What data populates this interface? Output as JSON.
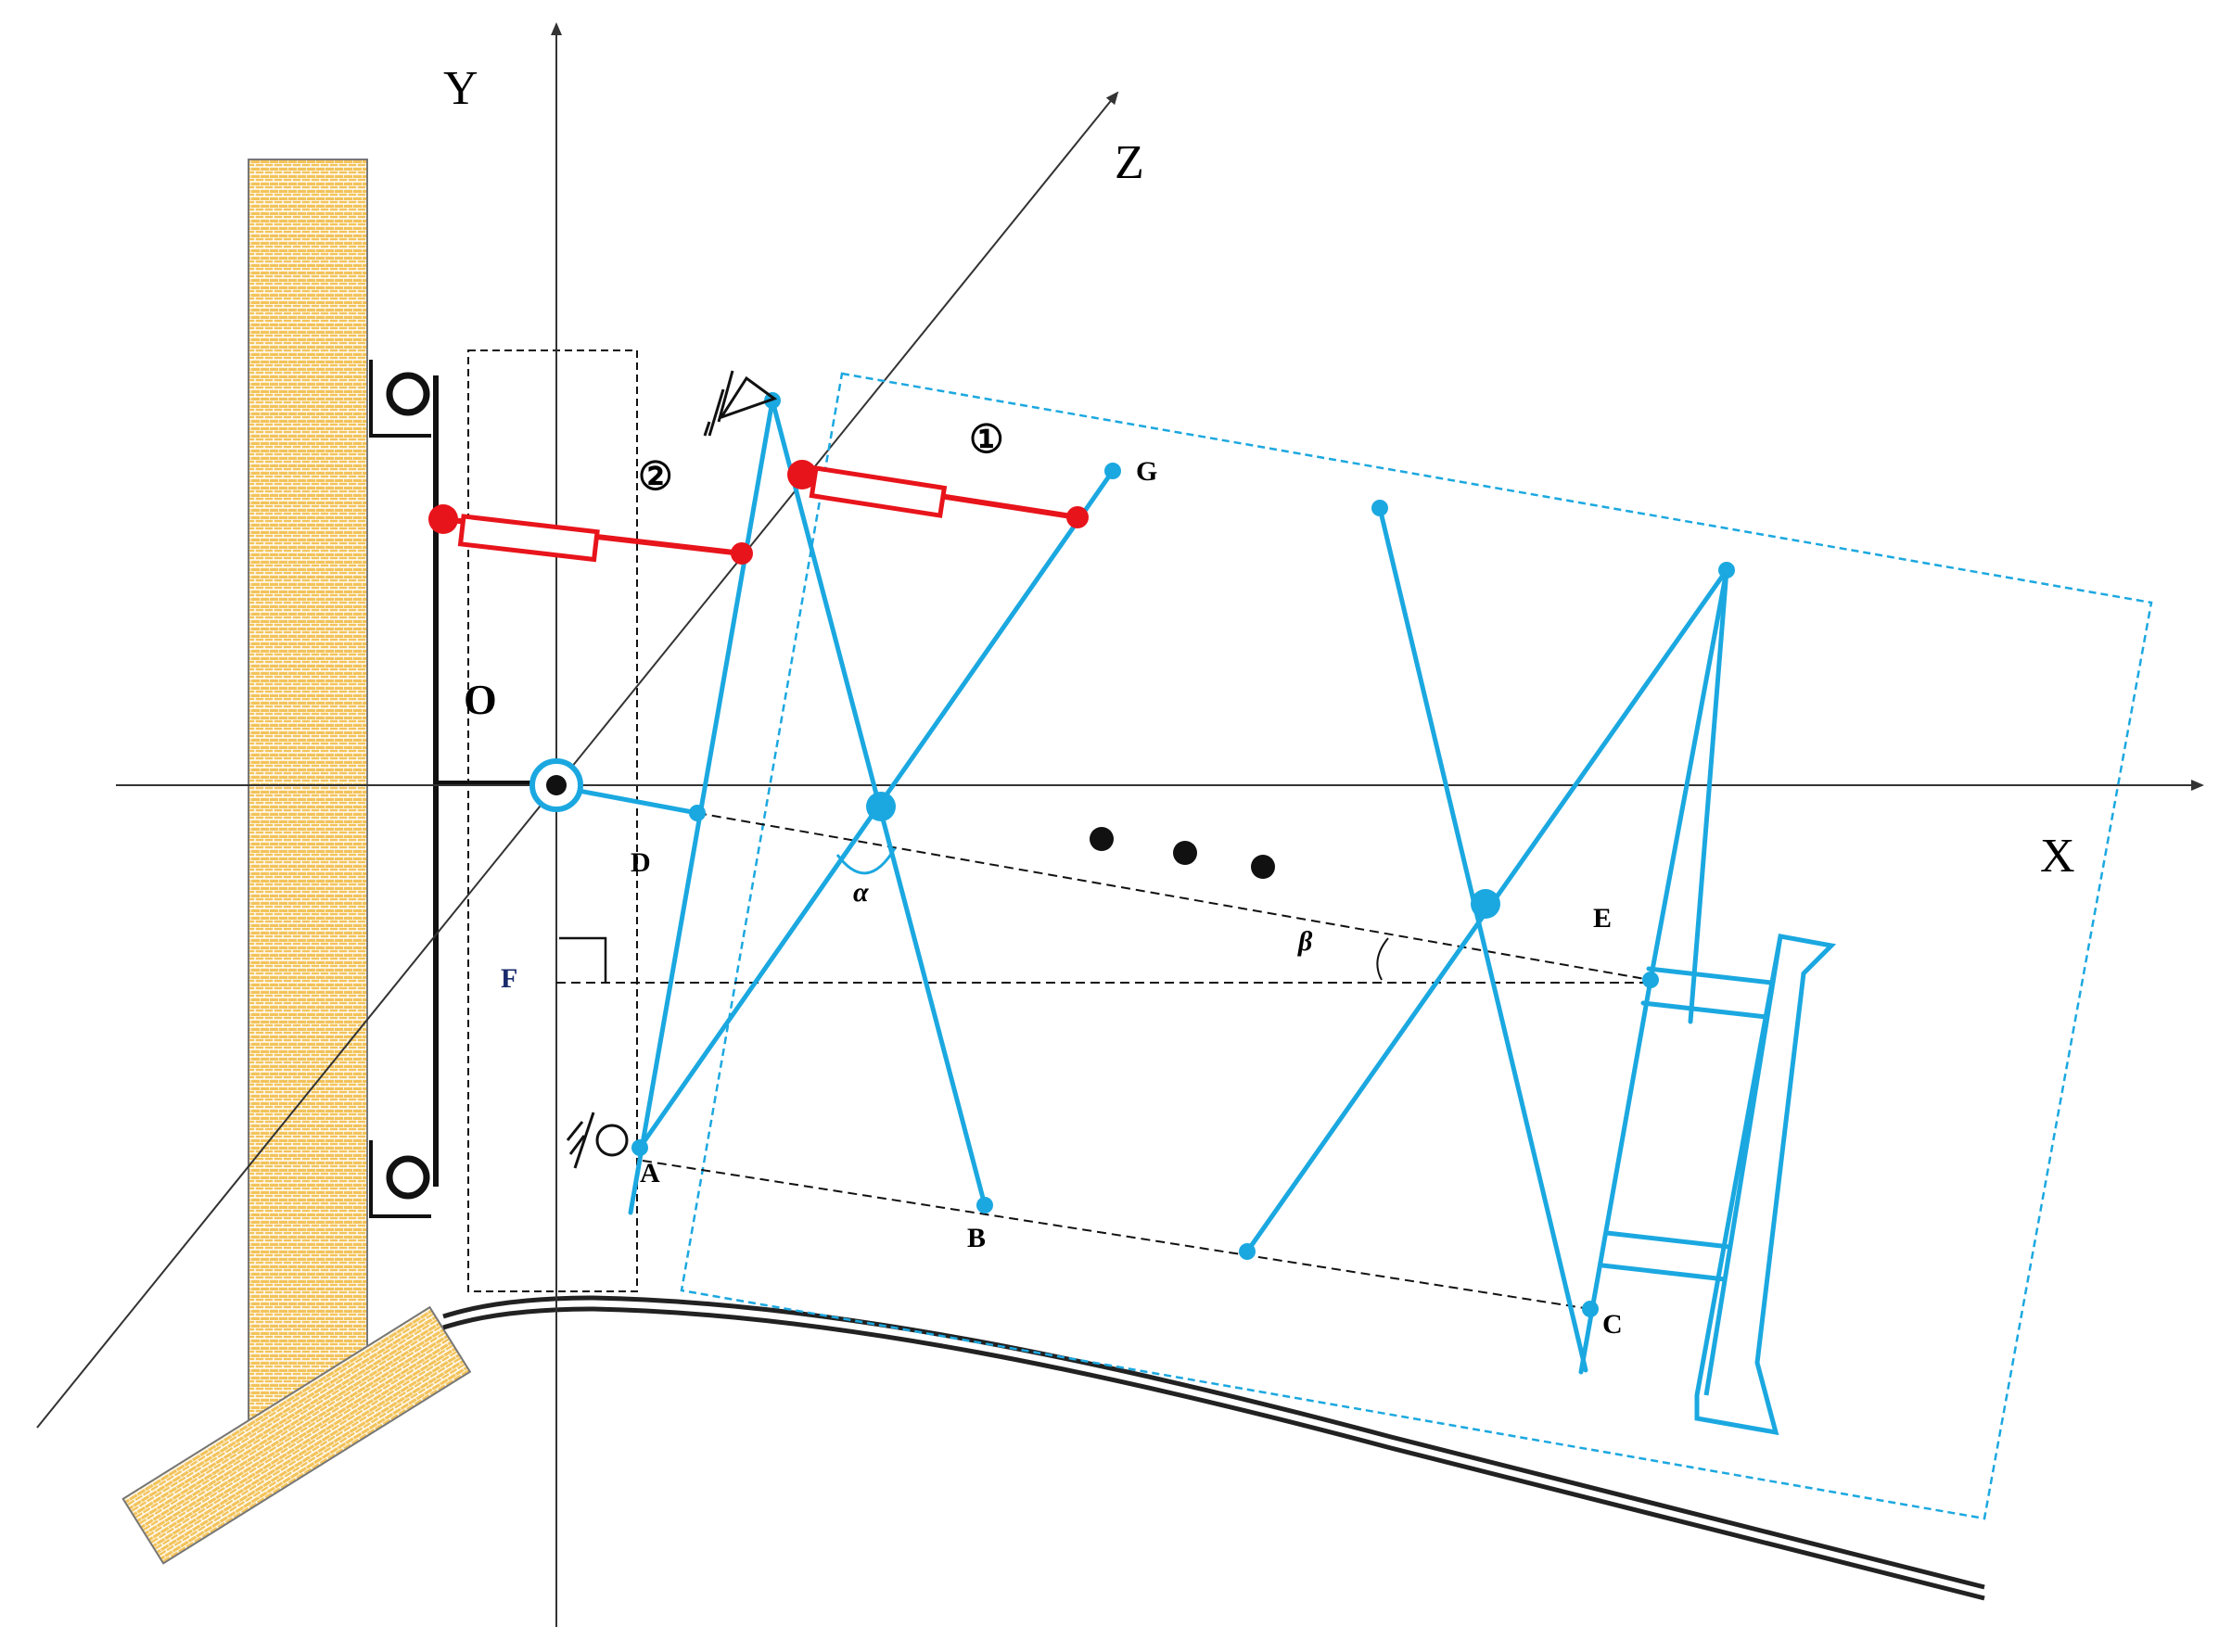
{
  "axes": {
    "x": "X",
    "y": "Y",
    "z": "Z",
    "origin": "O"
  },
  "points": {
    "A": "A",
    "B": "B",
    "C": "C",
    "D": "D",
    "E": "E",
    "F": "F",
    "G": "G"
  },
  "angles": {
    "alpha": "α",
    "beta": "β"
  },
  "markers": {
    "one": "①",
    "two": "②"
  },
  "colors": {
    "scissor": "#1ba8e0",
    "actuator": "#e8141b",
    "wall": "#f3c35a",
    "dashed_frame": "#1ba8e0",
    "axis": "#333333"
  }
}
